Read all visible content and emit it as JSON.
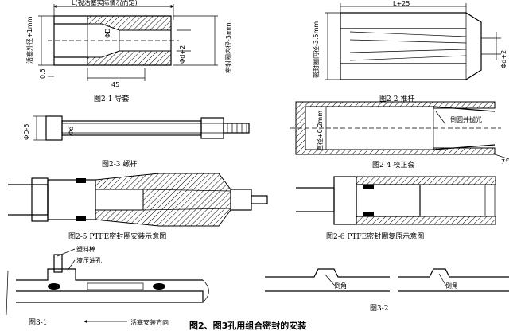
{
  "fig2_1": {
    "caption": "图2-1  导套",
    "dim_top": "L(视活塞实际情况而定)",
    "dim_left": "活塞外径+1mm",
    "dim_right": "密封圈内径-3mm",
    "dim_d": "ΦD",
    "dim_d2": "Φd+2",
    "dim_45": "45",
    "dim_05": "0.5"
  },
  "fig2_2": {
    "caption": "图2-2  推杆",
    "dim_top": "L+25",
    "dim_left": "密封圈内径-3.5mm",
    "dim_right": "Φd+2"
  },
  "fig2_3": {
    "caption": "图2-3  螺杆",
    "dim_left": "ΦD-5",
    "dim_d": "Φd"
  },
  "fig2_4": {
    "caption": "图2-4  校正套",
    "dim_inner": "直径+0.2mm",
    "note": "倒圆并抛光",
    "angle": "7°"
  },
  "fig2_5": {
    "caption": "图2-5  PTFE密封圈安装示意图"
  },
  "fig2_6": {
    "caption": "图2-6  PTFE密封圈复原示意图"
  },
  "fig3_1": {
    "caption": "图3-1",
    "plastic_rod": "塑料棒",
    "oil_hole": "液压油孔",
    "direction": "活塞安装方向"
  },
  "fig3_2": {
    "caption": "图3-2",
    "chamfer1": "倒角",
    "chamfer2": "倒角"
  },
  "main_title": "图2、图3孔用组合密封的安装"
}
